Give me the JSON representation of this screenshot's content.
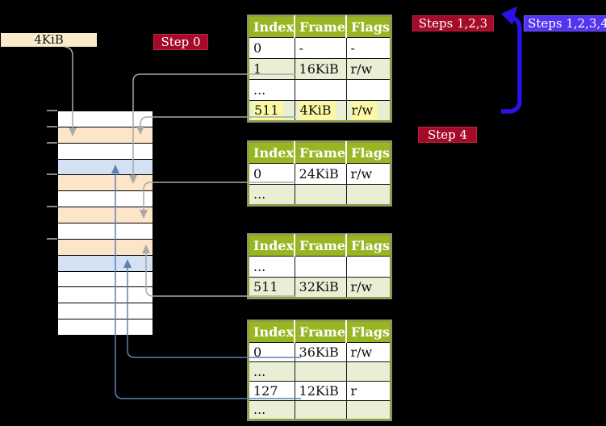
{
  "labels": {
    "size_label": "4KiB",
    "step0": "Step 0",
    "steps123": "Steps 1,2,3",
    "steps1234": "Steps 1,2,3,4",
    "step4": "Step 4"
  },
  "colors": {
    "peach": "#fce5c8",
    "pageblue": "#d3e1f3",
    "headergreen": "#98b622",
    "rowgreen": "#e9efd5",
    "highlight": "#fdf8a3",
    "cream": "#faecca",
    "redlabel": "#a50b28",
    "bluelabel": "#5434f0",
    "arrowgray": "#a8a8a8",
    "arrowblue": "#5d81b3",
    "thickblue": "#2912e6",
    "tableborder": "#8f9f3a"
  },
  "memory_column": {
    "rows": [
      "free",
      "table",
      "free",
      "page",
      "table",
      "free",
      "table",
      "free",
      "table",
      "page",
      "free",
      "free",
      "free",
      "free"
    ]
  },
  "tables": [
    {
      "name": "page-table-top",
      "headers": [
        "Index",
        "Frame",
        "Flags"
      ],
      "rows": [
        {
          "cells": [
            "0",
            "-",
            "-"
          ],
          "shade": false,
          "highlight": false
        },
        {
          "cells": [
            "1",
            "16KiB",
            "r/w"
          ],
          "shade": true,
          "highlight": false
        },
        {
          "cells": [
            "...",
            "",
            ""
          ],
          "shade": false,
          "highlight": false
        },
        {
          "cells": [
            "511",
            "4KiB",
            "r/w"
          ],
          "shade": true,
          "highlight": true
        }
      ]
    },
    {
      "name": "page-table-second",
      "headers": [
        "Index",
        "Frame",
        "Flags"
      ],
      "rows": [
        {
          "cells": [
            "0",
            "24KiB",
            "r/w"
          ],
          "shade": false,
          "highlight": false
        },
        {
          "cells": [
            "...",
            "",
            ""
          ],
          "shade": true,
          "highlight": false
        }
      ]
    },
    {
      "name": "page-table-third",
      "headers": [
        "Index",
        "Frame",
        "Flags"
      ],
      "rows": [
        {
          "cells": [
            "...",
            "",
            ""
          ],
          "shade": false,
          "highlight": false
        },
        {
          "cells": [
            "511",
            "32KiB",
            "r/w"
          ],
          "shade": true,
          "highlight": false
        }
      ]
    },
    {
      "name": "page-table-fourth",
      "headers": [
        "Index",
        "Frame",
        "Flags"
      ],
      "rows": [
        {
          "cells": [
            "0",
            "36KiB",
            "r/w"
          ],
          "shade": false,
          "highlight": false
        },
        {
          "cells": [
            "...",
            "",
            ""
          ],
          "shade": true,
          "highlight": false
        },
        {
          "cells": [
            "127",
            "12KiB",
            "r"
          ],
          "shade": false,
          "highlight": false
        },
        {
          "cells": [
            "...",
            "",
            ""
          ],
          "shade": true,
          "highlight": false
        }
      ]
    }
  ]
}
